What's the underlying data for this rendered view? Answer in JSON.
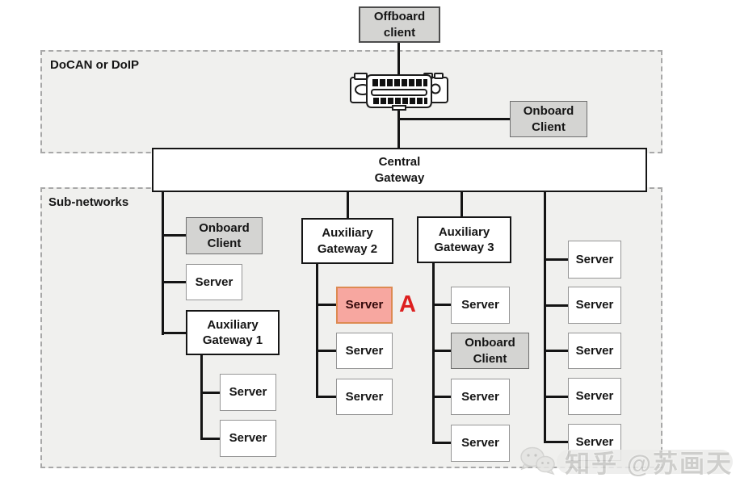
{
  "regions": {
    "docan": {
      "label": "DoCAN or DoIP"
    },
    "subnetworks": {
      "label": "Sub-networks"
    }
  },
  "nodes": {
    "offboard_client": {
      "label": "Offboard\nclient",
      "type": "client"
    },
    "onboard_client_top": {
      "label": "Onboard\nClient",
      "type": "client"
    },
    "central_gateway": {
      "label": "Central\nGateway",
      "type": "gateway"
    },
    "col1_onboard_client": {
      "label": "Onboard\nClient",
      "type": "client"
    },
    "col1_server": {
      "label": "Server",
      "type": "server"
    },
    "aux_gateway_1": {
      "label": "Auxiliary\nGateway 1",
      "type": "gateway"
    },
    "gw1_server_1": {
      "label": "Server",
      "type": "server"
    },
    "gw1_server_2": {
      "label": "Server",
      "type": "server"
    },
    "aux_gateway_2": {
      "label": "Auxiliary\nGateway 2",
      "type": "gateway"
    },
    "gw2_server_highlighted": {
      "label": "Server",
      "type": "server-highlighted"
    },
    "gw2_server_2": {
      "label": "Server",
      "type": "server"
    },
    "gw2_server_3": {
      "label": "Server",
      "type": "server"
    },
    "aux_gateway_3": {
      "label": "Auxiliary\nGateway 3",
      "type": "gateway"
    },
    "gw3_server_1": {
      "label": "Server",
      "type": "server"
    },
    "gw3_onboard_client": {
      "label": "Onboard\nClient",
      "type": "client"
    },
    "gw3_server_2": {
      "label": "Server",
      "type": "server"
    },
    "gw3_server_3": {
      "label": "Server",
      "type": "server"
    },
    "bus4_server_1": {
      "label": "Server",
      "type": "server"
    },
    "bus4_server_2": {
      "label": "Server",
      "type": "server"
    },
    "bus4_server_3": {
      "label": "Server",
      "type": "server"
    },
    "bus4_server_4": {
      "label": "Server",
      "type": "server"
    },
    "bus4_server_5": {
      "label": "Server",
      "type": "server"
    }
  },
  "annotations": {
    "highlight_marker": "A"
  },
  "icons": {
    "obd_connector": "obd2-connector-icon",
    "watermark_icon": "wechat-chat-bubbles-icon"
  },
  "watermark": {
    "text": "知乎 @苏画天"
  },
  "colors": {
    "region_fill": "#f0f0ee",
    "client_box_gray": "#d4d4d2",
    "highlight_fill": "#f7a7a0",
    "highlight_border": "#dd8a52",
    "marker_red": "#dd2020",
    "line_black": "#141414"
  }
}
